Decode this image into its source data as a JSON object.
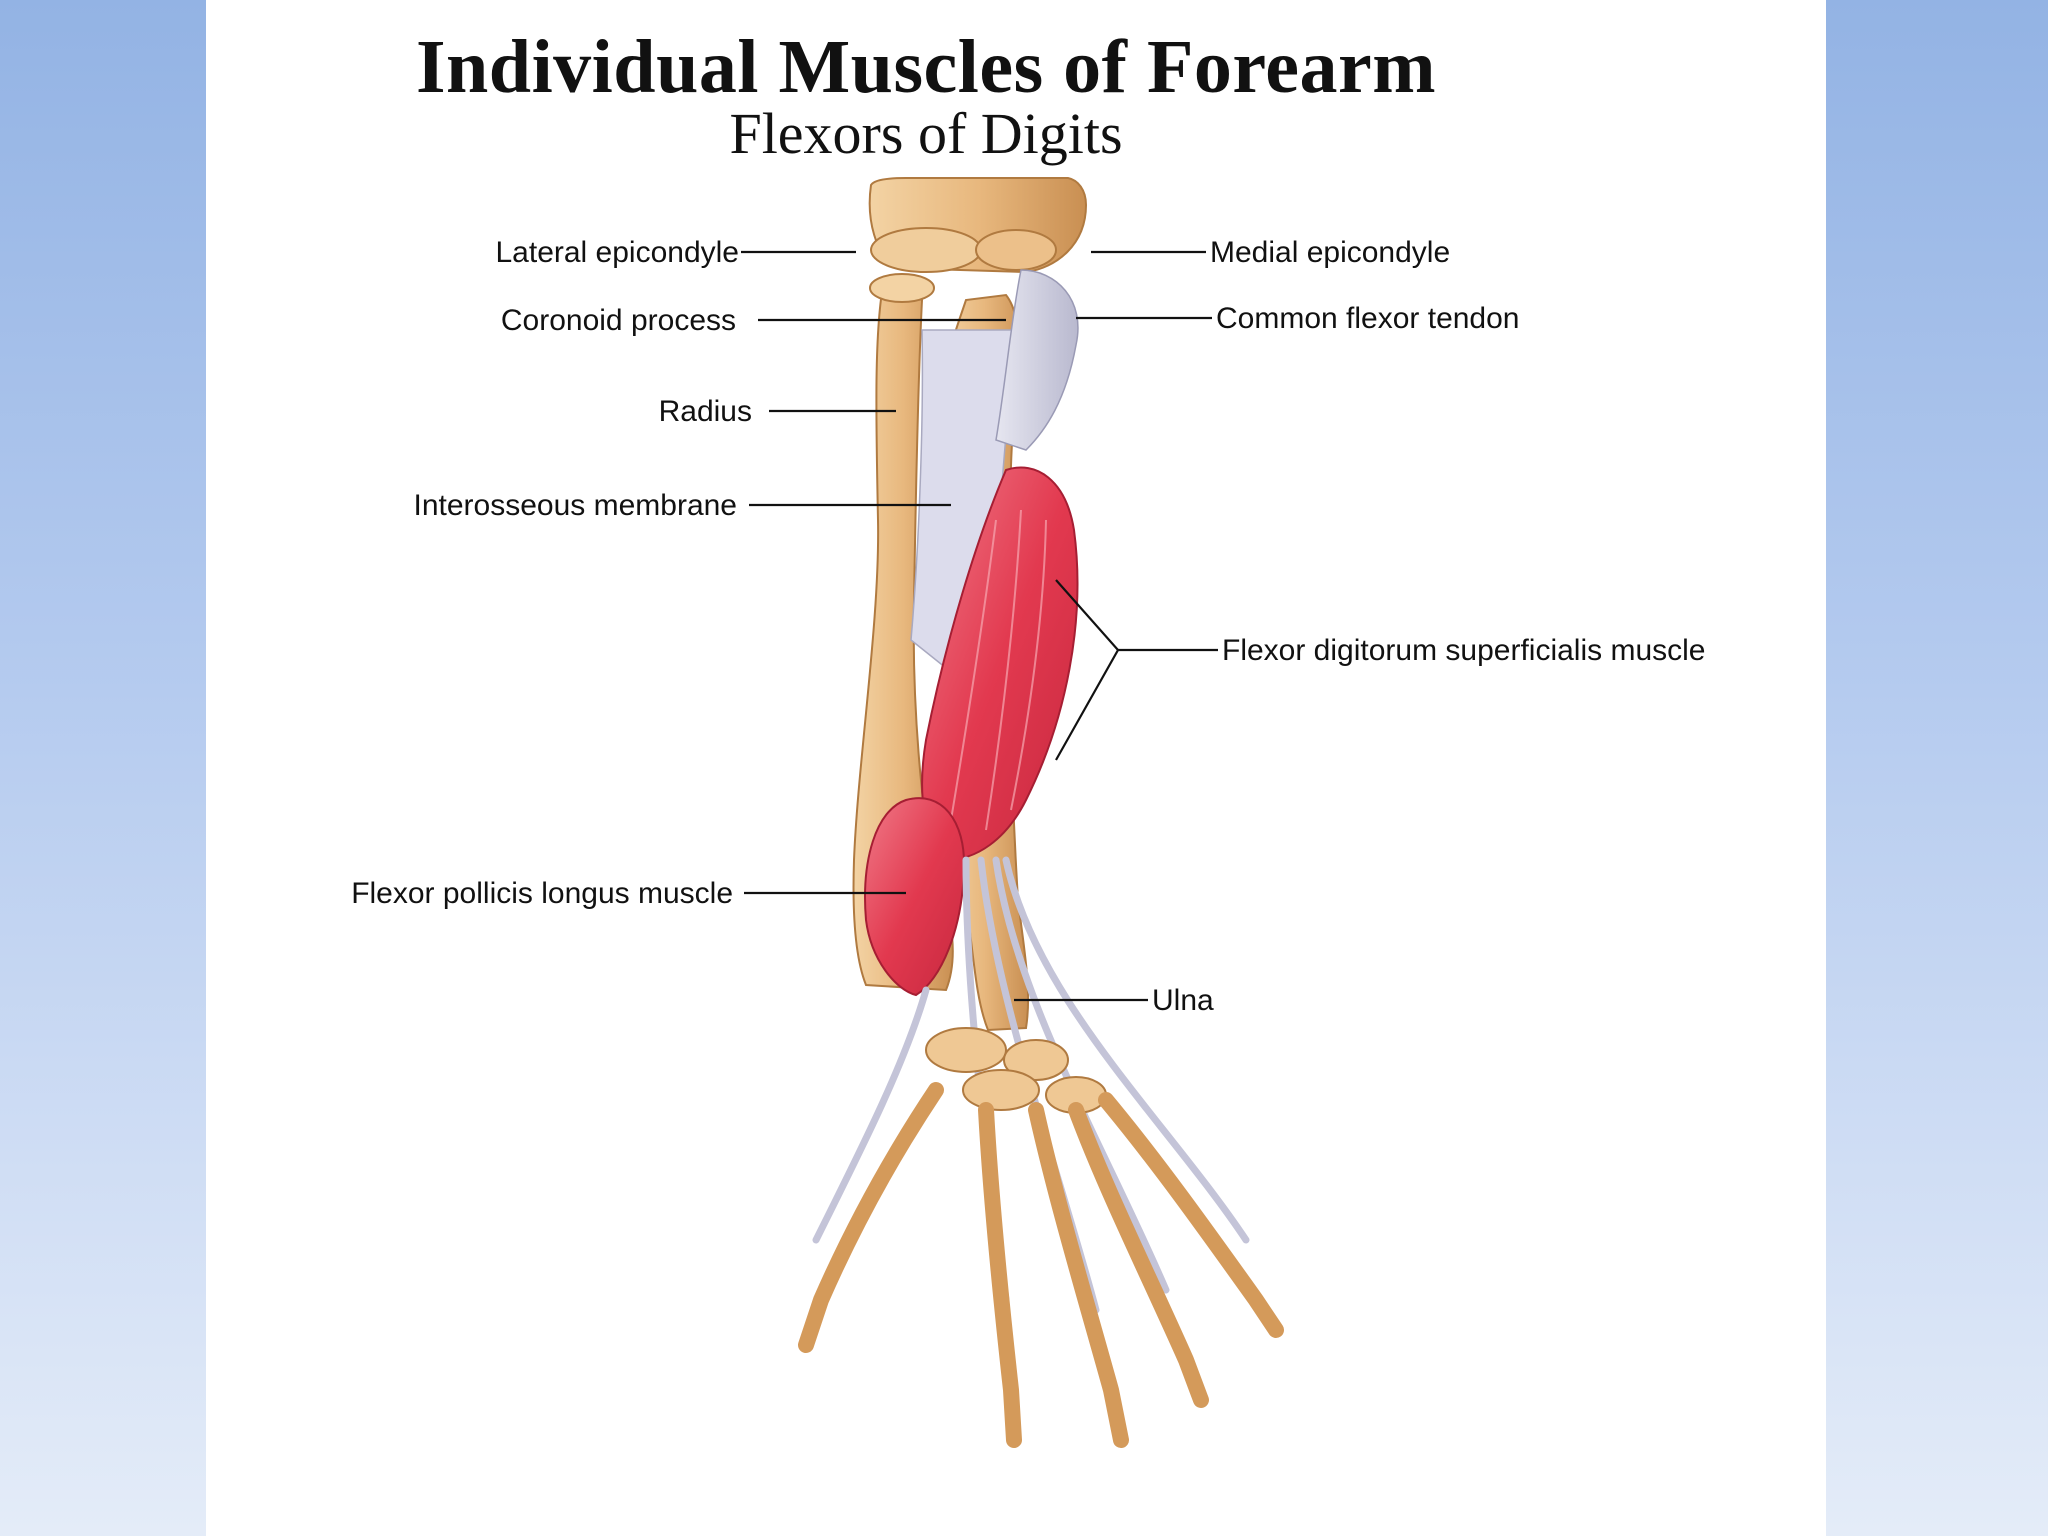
{
  "title": "Individual Muscles of Forearm",
  "subtitle": "Flexors of Digits",
  "labels": {
    "lateral_epicondyle": "Lateral epicondyle",
    "coronoid_process": "Coronoid process",
    "radius": "Radius",
    "interosseous_membrane": "Interosseous membrane",
    "flexor_pollicis_longus": "Flexor pollicis longus muscle",
    "medial_epicondyle": "Medial epicondyle",
    "common_flexor_tendon": "Common flexor tendon",
    "flexor_digitorum_superficialis": "Flexor digitorum superficialis muscle",
    "ulna": "Ulna"
  },
  "colors": {
    "bone": "#e8b87e",
    "bone_shadow": "#c98f52",
    "muscle": "#e2394f",
    "muscle_light": "#f07a88",
    "tendon": "#c9c9dc",
    "background_top": "#93b3e4",
    "background_bottom": "#e4ecf8"
  }
}
